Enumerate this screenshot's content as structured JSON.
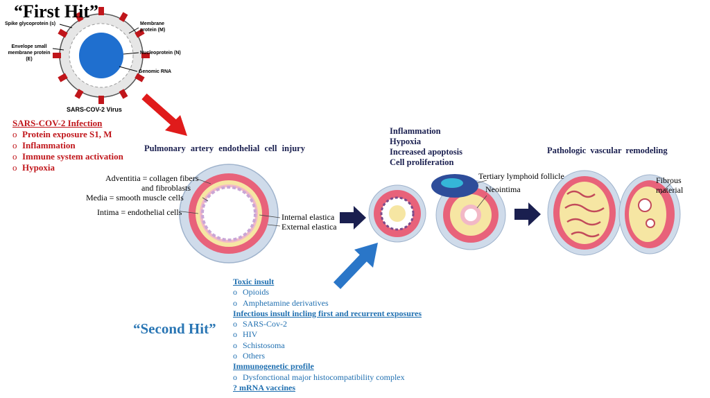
{
  "first_hit": "“First Hit”",
  "second_hit": "“Second Hit”",
  "virus": {
    "name": "SARS-COV-2 Virus",
    "labels": {
      "spike": "Spike glycoprotein (s)",
      "envelope": "Envelope small membrane protein (E)",
      "membrane": "Membrane protein (M)",
      "nucleoprotein": "Nucleoprotein (N)",
      "genomic": "Genomic RNA"
    }
  },
  "sars_infection": {
    "heading": "SARS-COV-2 Infection",
    "items": [
      "Protein exposure S1, M",
      "Inflammation",
      "Immune system activation",
      "Hypoxia"
    ]
  },
  "pulmonary_title": "Pulmonary artery endothelial cell injury",
  "layers": {
    "adventitia": "Adventitia = collagen fibers",
    "adventitia2": "and fibroblasts",
    "media": "Media = smooth muscle cells",
    "intima": "Intima = endothelial cells",
    "internal": "Internal elastica",
    "external": "External elastica"
  },
  "stage_list": [
    "Inflammation",
    "Hypoxia",
    "Increased apoptosis",
    "Cell proliferation"
  ],
  "tertiary": "Tertiary lymphoid follicle",
  "neointima": "Neointima",
  "remodeling_title": "Pathologic vascular remodeling",
  "fibrous": "Fibrous material",
  "second_hit_list": {
    "toxic": {
      "heading": "Toxic insult",
      "items": [
        "Opioids",
        "Amphetamine derivatives"
      ]
    },
    "infectious": {
      "heading": "Infectious insult incling first and recurrent exposures",
      "items": [
        "SARS-Cov-2",
        "HIV",
        "Schistosoma",
        "Others"
      ]
    },
    "immuno": {
      "heading": "Immunogenetic profile",
      "items": [
        "Dysfonctional major histocompatibility complex"
      ]
    },
    "mrna": "? mRNA vaccines"
  },
  "colors": {
    "red": "#c0161b",
    "navy": "#1a1f4f",
    "blue": "#1f6fb0",
    "pink": "#e8627a",
    "yellow": "#f6e6a3",
    "outer": "#d8e2ee"
  }
}
